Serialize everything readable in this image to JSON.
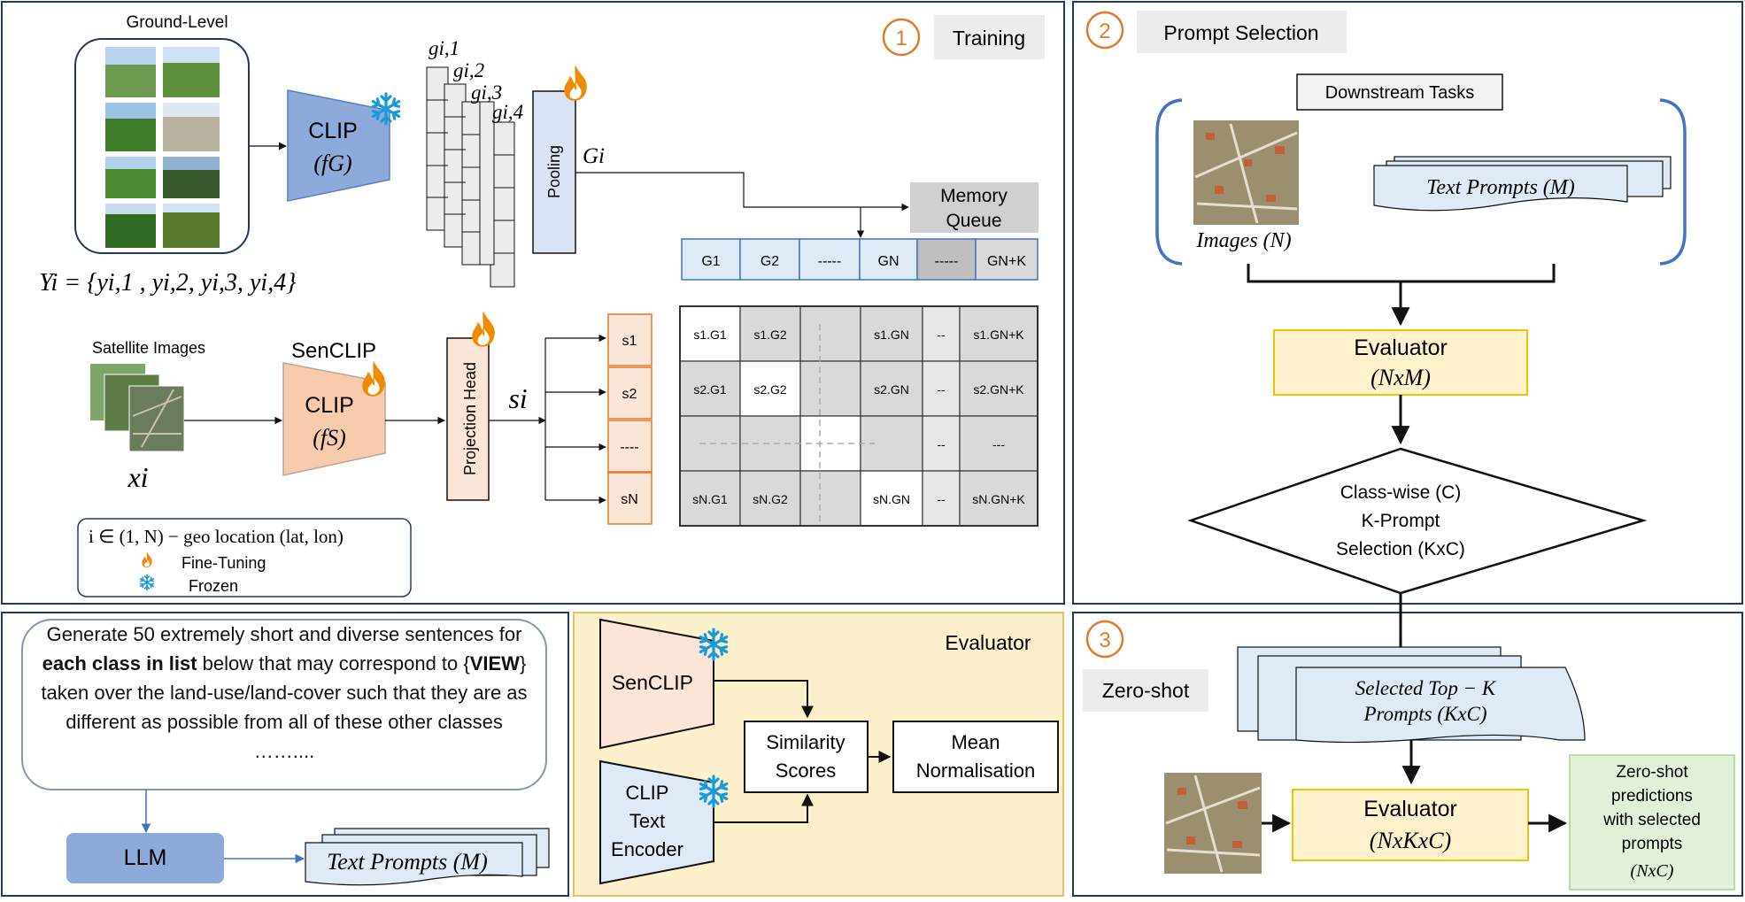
{
  "training": {
    "step_number": "1",
    "title": "Training",
    "ground_level_label": "Ground-Level",
    "clip_g_label": "CLIP",
    "clip_g_fn": "(fG)",
    "feature_labels": [
      "gi,1",
      "gi,2",
      "gi,3",
      "gi,4"
    ],
    "pooling_label": "Pooling",
    "pooled_label": "Gi",
    "memory_queue_label": "Memory Queue",
    "queue_cells": [
      "G1",
      "G2",
      "-----",
      "GN",
      "-----",
      "GN+K"
    ],
    "yi_equation": "Yi = {yi,1 , yi,2, yi,3, yi,4}",
    "satellite_label": "Satellite Images",
    "senclip_label": "SenCLIP",
    "clip_s_label": "CLIP",
    "clip_s_fn": "(fS)",
    "x_label": "xi",
    "projection_head_label": "Projection Head",
    "s_label": "si",
    "s_cells": [
      "s1",
      "s2",
      "----",
      "sN"
    ],
    "matrix_rows": [
      [
        "s1.G1",
        "s1.G2",
        "",
        "s1.GN",
        "--",
        "s1.GN+K"
      ],
      [
        "s2.G1",
        "s2.G2",
        "",
        "s2.GN",
        "--",
        "s2.GN+K"
      ],
      [
        "",
        "",
        "",
        "",
        "--",
        "---"
      ],
      [
        "sN.G1",
        "sN.G2",
        "",
        "sN.GN",
        "--",
        "sN.GN+K"
      ]
    ],
    "legend": {
      "geo_line": "i ∈ (1, N) − geo location (lat, lon)",
      "fine_tuning": "Fine-Tuning",
      "frozen": "Frozen"
    }
  },
  "prompt_selection": {
    "step_number": "2",
    "title": "Prompt Selection",
    "downstream_label": "Downstream Tasks",
    "text_prompts_label": "Text Prompts (M)",
    "images_label": "Images (N)",
    "evaluator_label": "Evaluator",
    "evaluator_dims": "(NxM)",
    "diamond_lines": [
      "Class-wise (C)",
      "K-Prompt",
      "Selection (KxC)"
    ]
  },
  "prompt_generation": {
    "prompt_text_parts": {
      "p1": "Generate 50 extremely short and diverse sentences for ",
      "b1": "each class in list",
      "p2": " below that may correspond to {",
      "b2": "VIEW",
      "p3": "} taken over the land-use/land-cover such that they are as different as possible from all of these other classes ……...."
    },
    "llm_label": "LLM",
    "text_prompts_label": "Text Prompts (M)"
  },
  "evaluator": {
    "title": "Evaluator",
    "senclip_label": "SenCLIP",
    "clip_text_lines": [
      "CLIP",
      "Text",
      "Encoder"
    ],
    "similarity_lines": [
      "Similarity",
      "Scores"
    ],
    "mean_lines": [
      "Mean",
      "Normalisation"
    ]
  },
  "zero_shot": {
    "step_number": "3",
    "title": "Zero-shot",
    "selected_lines": [
      "Selected Top − K",
      "Prompts (KxC)"
    ],
    "evaluator_label": "Evaluator",
    "evaluator_dims": "(NxKxC)",
    "prediction_lines": [
      "Zero-shot",
      "predictions",
      "with selected",
      "prompts",
      "(NxC)"
    ]
  },
  "colors": {
    "frame": "#1f3864",
    "step_circle": "#e07b2a",
    "clip_blue": "#8eaadb",
    "clip_orange": "#f4b183",
    "evaluator_fill": "#fff2cc",
    "evaluator_border": "#f2c200",
    "evaluator_panel": "#fdf0cc",
    "prediction_fill": "#e2f0d9",
    "prompt_fill": "#deebf7",
    "gray_cell": "#d9d9d9"
  },
  "icons": [
    "flame-icon",
    "snowflake-icon"
  ]
}
